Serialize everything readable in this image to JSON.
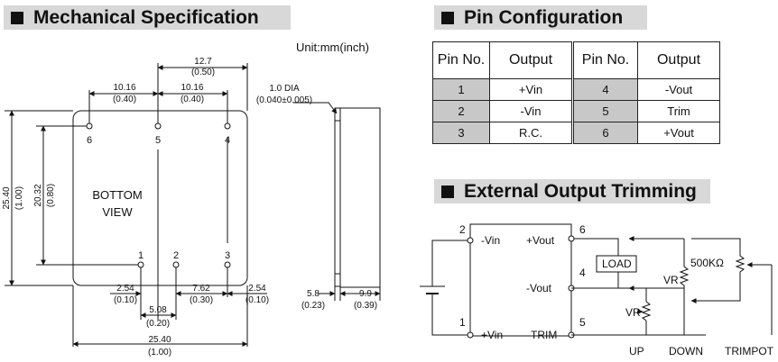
{
  "sections": {
    "mechanical": "Mechanical Specification",
    "pins": "Pin Configuration",
    "trimming": "External Output Trimming"
  },
  "unit": "Unit:mm(inch)",
  "drawing": {
    "d_12_7": "12.7",
    "d_12_7_in": "(0.50)",
    "d_10_16a": "10.16",
    "d_10_16a_in": "(0.40)",
    "d_10_16b": "10.16",
    "d_10_16b_in": "(0.40)",
    "d_25_40v": "25.40",
    "d_25_40v_in": "(1.00)",
    "d_20_32": "20.32",
    "d_20_32_in": "(0.80)",
    "pin6": "6",
    "pin5": "5",
    "pin4": "4",
    "pin1": "1",
    "pin2": "2",
    "pin3": "3",
    "bottom": "BOTTOM",
    "view": "VIEW",
    "d_2_54l": "2.54",
    "d_2_54l_in": "(0.10)",
    "d_7_62": "7.62",
    "d_7_62_in": "(0.30)",
    "d_2_54r": "2.54",
    "d_2_54r_in": "(0.10)",
    "d_5_08": "5.08",
    "d_5_08_in": "(0.20)",
    "d_25_40h": "25.40",
    "d_25_40h_in": "(1.00)",
    "dia": "1.0 DIA",
    "dia_in": "(0.040±0.005)",
    "d_5_8": "5.8",
    "d_5_8_in": "(0.23)",
    "d_9_9": "9.9",
    "d_9_9_in": "(0.39)"
  },
  "pin_table": {
    "headers": [
      "Pin No.",
      "Output",
      "Pin No.",
      "Output"
    ],
    "rows": [
      [
        "1",
        "+Vin",
        "4",
        "-Vout"
      ],
      [
        "2",
        "-Vin",
        "5",
        "Trim"
      ],
      [
        "3",
        "R.C.",
        "6",
        "+Vout"
      ]
    ]
  },
  "circuit": {
    "pin2": "2",
    "vin_neg": "-Vin",
    "vout_pos": "+Vout",
    "pin6": "6",
    "pin4": "4",
    "load": "LOAD",
    "vout_neg": "-Vout",
    "vr1": "VR",
    "vr2": "VR",
    "res": "500KΩ",
    "pin1": "1",
    "vin_pos": "+Vin",
    "trim": "TRIM",
    "pin5": "5",
    "up": "UP",
    "down": "DOWN",
    "trimpot": "TRIMPOT"
  }
}
